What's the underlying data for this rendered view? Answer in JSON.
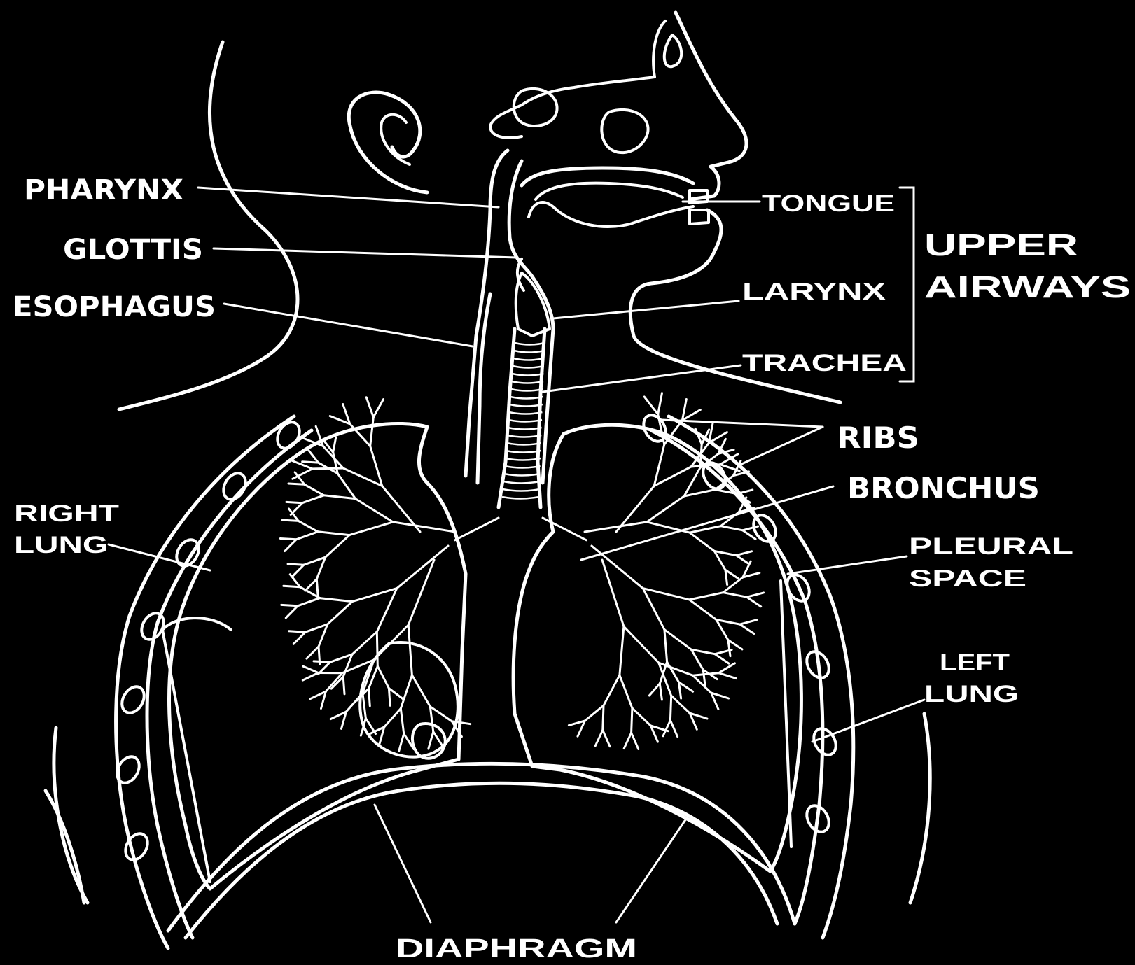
{
  "labels": {
    "pharynx": "PHARYNX",
    "glottis": "GLOTTIS",
    "esophagus": "ESOPHAGUS",
    "tongue": "TONGUE",
    "upper_airways_1": "UPPER",
    "upper_airways_2": "AIRWAYS",
    "larynx": "LARYNX",
    "trachea": "TRACHEA",
    "ribs": "RIBS",
    "bronchus": "BRONCHUS",
    "right_lung_1": "RIGHT",
    "right_lung_2": "LUNG",
    "pleural_space_1": "PLEURAL",
    "pleural_space_2": "SPACE",
    "left_lung_1": "LEFT",
    "left_lung_2": "LUNG",
    "diaphragm": "DIAPHRAGM"
  },
  "colors": {
    "background": "#000000",
    "line": "#ffffff"
  }
}
